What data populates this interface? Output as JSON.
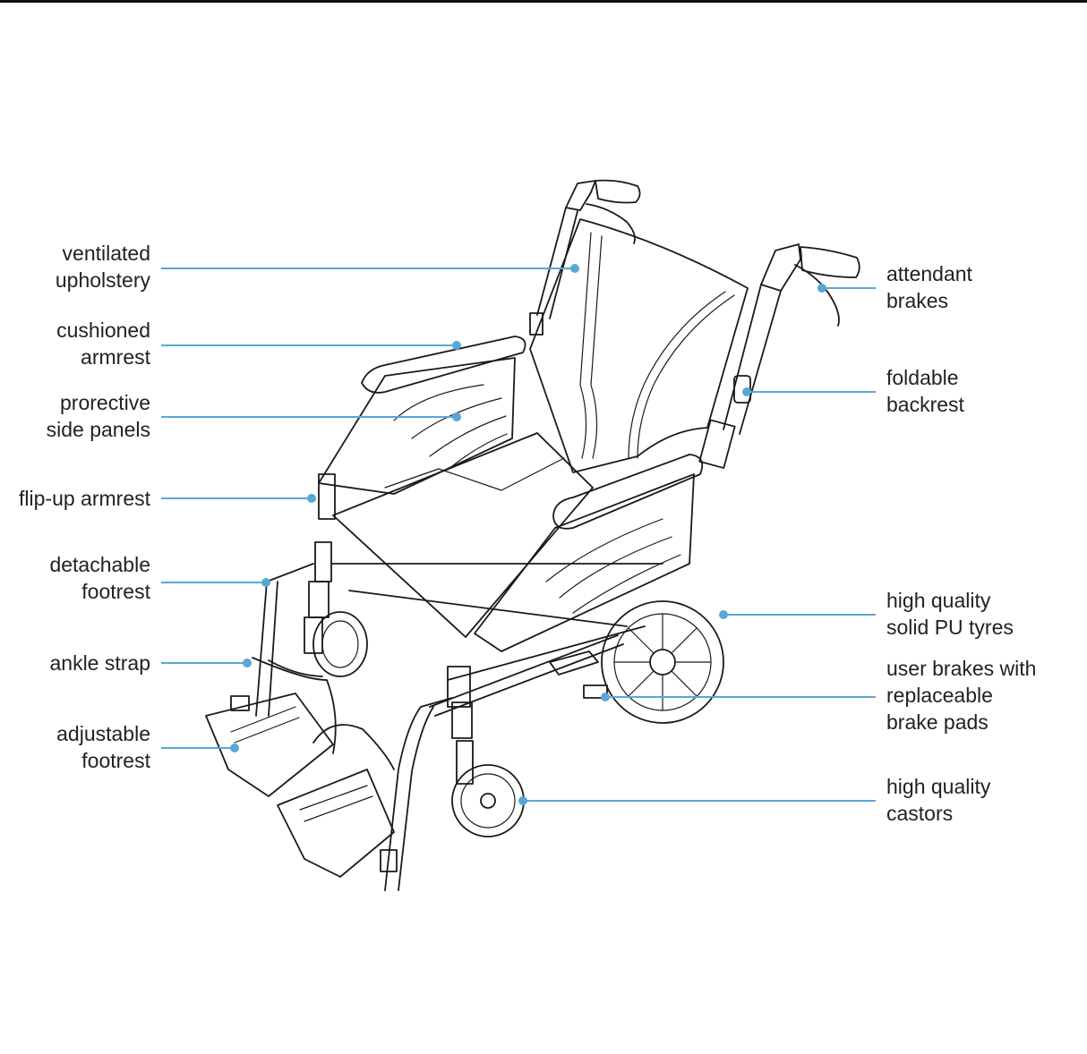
{
  "accent_color": "#5aa6d6",
  "callouts": {
    "ventilated_upholstery": "ventilated\nupholstery",
    "cushioned_armrest": "cushioned\narmrest",
    "protective_side_panels": "prorective\nside panels",
    "flip_up_armrest": "flip-up armrest",
    "detachable_footrest": "detachable\nfootrest",
    "ankle_strap": "ankle strap",
    "adjustable_footrest": "adjustable\nfootrest",
    "attendant_brakes": "attendant\nbrakes",
    "foldable_backrest": "foldable\nbackrest",
    "solid_tyres": "high quality\nsolid PU tyres",
    "user_brakes": "user brakes with\nreplaceable\nbrake pads",
    "castors": "high quality\ncastors"
  }
}
